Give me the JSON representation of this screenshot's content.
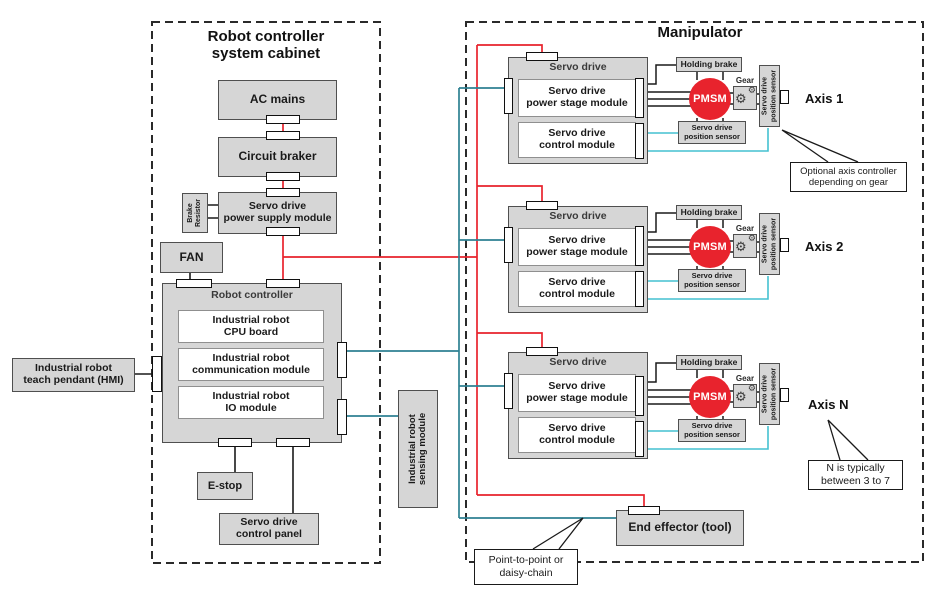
{
  "cabinet": {
    "title": "Robot controller\nsystem cabinet",
    "ac_mains": "AC mains",
    "circuit_braker": "Circuit braker",
    "brake_resistor": "Brake\nResistor",
    "psu": "Servo drive\npower supply module",
    "fan": "FAN",
    "robot_controller": "Robot controller",
    "cpu_board": "Industrial robot\nCPU board",
    "comm_module": "Industrial robot\ncommunication module",
    "io_module": "Industrial robot\nIO module",
    "e_stop": "E-stop",
    "control_panel": "Servo drive\ncontrol panel"
  },
  "external": {
    "teach_pendant": "Industrial robot\nteach pendant (HMI)",
    "sensing_module": "Industrial robot\nsensing module"
  },
  "manipulator": {
    "title": "Manipulator",
    "servo_drive_title": "Servo drive",
    "power_stage": "Servo drive\npower stage module",
    "control_module": "Servo drive\ncontrol module",
    "holding_brake": "Holding brake",
    "motor": "PMSM",
    "gear": "Gear",
    "position_sensor": "Servo drive\nposition sensor",
    "axes": [
      {
        "label": "Axis 1"
      },
      {
        "label": "Axis 2"
      },
      {
        "label": "Axis N"
      }
    ],
    "end_effector": "End effector (tool)"
  },
  "callouts": {
    "optional_axis": "Optional axis controller\ndepending on gear",
    "n_range": "N is typically\nbetween 3 to 7",
    "point_to_point": "Point-to-point or\ndaisy-chain"
  },
  "colors": {
    "power_line": "#e8232d",
    "bus_line": "#2e8192",
    "sensor_line": "#44c1d1",
    "box_fill": "#d6d6d6"
  }
}
